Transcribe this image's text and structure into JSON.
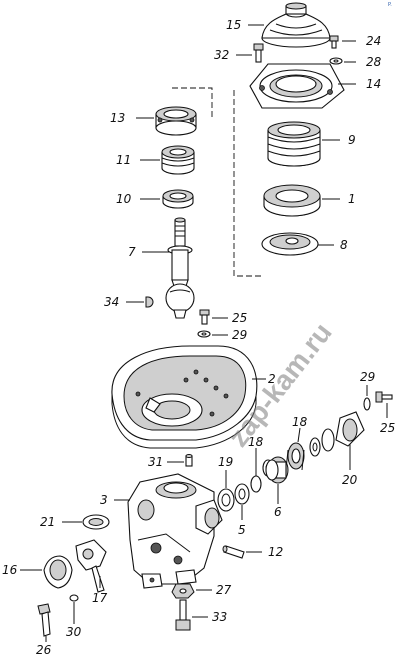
{
  "diagram": {
    "watermark": "zap-kam.ru",
    "corner_mark": "P.",
    "callouts": [
      {
        "id": "c15",
        "text": "15"
      },
      {
        "id": "c32",
        "text": "32"
      },
      {
        "id": "c24",
        "text": "24"
      },
      {
        "id": "c28",
        "text": "28"
      },
      {
        "id": "c14",
        "text": "14"
      },
      {
        "id": "c13",
        "text": "13"
      },
      {
        "id": "c9",
        "text": "9"
      },
      {
        "id": "c11",
        "text": "11"
      },
      {
        "id": "c10",
        "text": "10"
      },
      {
        "id": "c1",
        "text": "1"
      },
      {
        "id": "c7",
        "text": "7"
      },
      {
        "id": "c8",
        "text": "8"
      },
      {
        "id": "c34",
        "text": "34"
      },
      {
        "id": "c25a",
        "text": "25"
      },
      {
        "id": "c29a",
        "text": "29"
      },
      {
        "id": "c2",
        "text": "2"
      },
      {
        "id": "c29b",
        "text": "29"
      },
      {
        "id": "c25b",
        "text": "25"
      },
      {
        "id": "c31",
        "text": "31"
      },
      {
        "id": "c19",
        "text": "19"
      },
      {
        "id": "c18a",
        "text": "18"
      },
      {
        "id": "c18b",
        "text": "18"
      },
      {
        "id": "c3",
        "text": "3"
      },
      {
        "id": "c20",
        "text": "20"
      },
      {
        "id": "c5",
        "text": "5"
      },
      {
        "id": "c6",
        "text": "6"
      },
      {
        "id": "c21",
        "text": "21"
      },
      {
        "id": "c12",
        "text": "12"
      },
      {
        "id": "c16",
        "text": "16"
      },
      {
        "id": "c17",
        "text": "17"
      },
      {
        "id": "c27",
        "text": "27"
      },
      {
        "id": "c30",
        "text": "30"
      },
      {
        "id": "c33",
        "text": "33"
      },
      {
        "id": "c26",
        "text": "26"
      }
    ]
  }
}
